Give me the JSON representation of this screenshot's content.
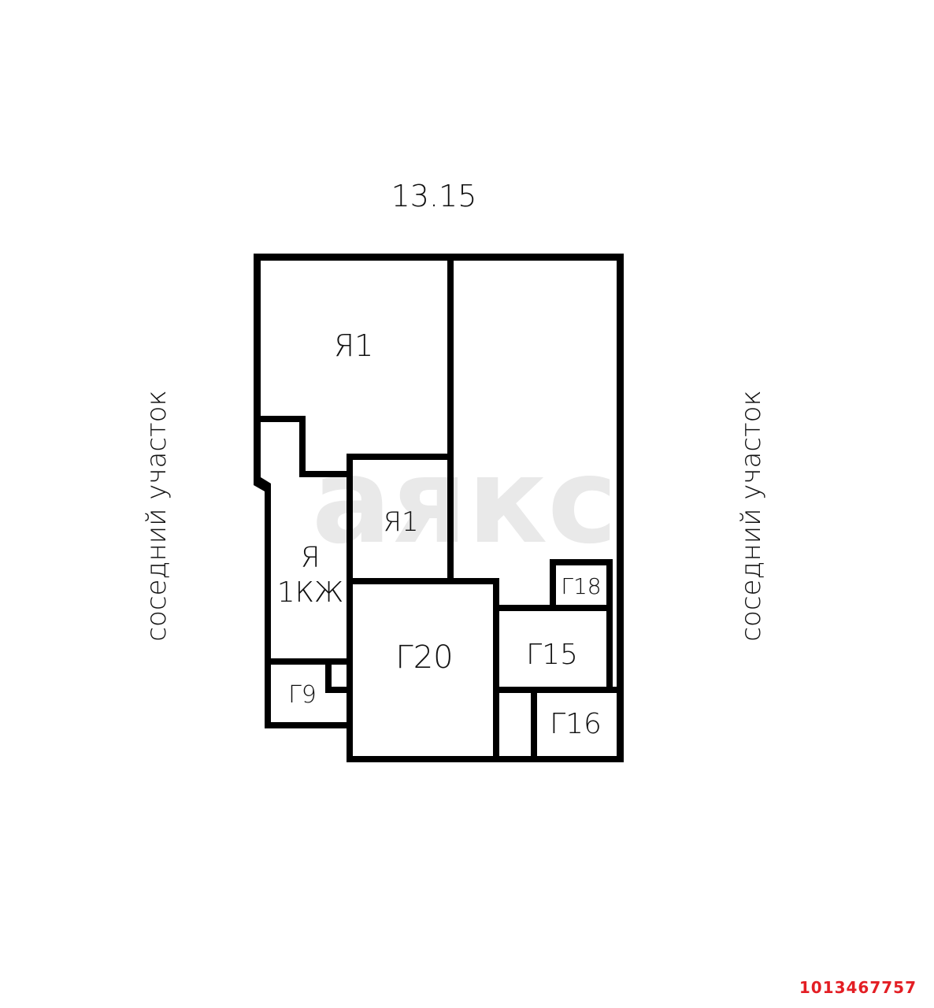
{
  "plan": {
    "top_label": "13.15",
    "left_label": "соседний участок",
    "right_label": "соседний участок",
    "watermark": "аякс",
    "rooms": [
      {
        "id": "r1",
        "label": "Я1"
      },
      {
        "id": "r2",
        "label": "Я1"
      },
      {
        "id": "r3",
        "label_line1": "Я",
        "label_line2": "1КЖ"
      },
      {
        "id": "r4",
        "label": "Г20"
      },
      {
        "id": "r5",
        "label": "Г18"
      },
      {
        "id": "r6",
        "label": "Г15"
      },
      {
        "id": "r7",
        "label": "Г16"
      },
      {
        "id": "r8",
        "label": "Г9"
      }
    ]
  },
  "listing_id": "1013467757",
  "colors": {
    "wall": "#000000",
    "listing_id": "#e31e24",
    "watermark": "#e9e9e9"
  }
}
